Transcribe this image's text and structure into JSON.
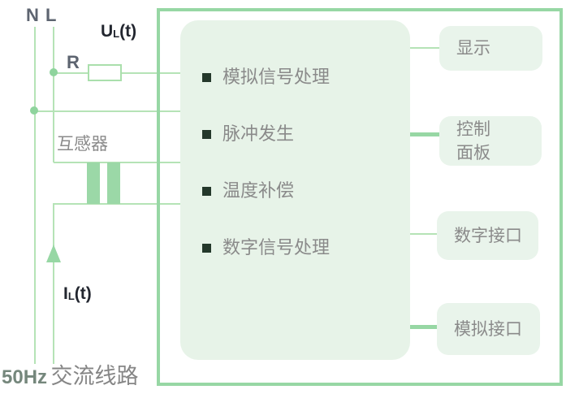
{
  "wires": {
    "n_label": "N",
    "l_label": "L"
  },
  "signals": {
    "voltage_base": "U",
    "voltage_sub": "L",
    "voltage_suffix": "(t)",
    "current_base": "I",
    "current_sub": "L",
    "current_suffix": "(t)"
  },
  "components": {
    "resistor_label": "R",
    "transformer_label": "互感器"
  },
  "meter": {
    "functions": [
      "模拟信号处理",
      "脉冲发生",
      "温度补偿",
      "数字信号处理"
    ]
  },
  "peripherals": [
    {
      "label": "显示",
      "link_style": "thin"
    },
    {
      "label": "控制\n面板",
      "link_style": "thick"
    },
    {
      "label": "数字接口",
      "link_style": "thin"
    },
    {
      "label": "模拟接口",
      "link_style": "thick"
    }
  ],
  "source": {
    "freq": "50Hz",
    "desc": "交流线路"
  },
  "colors": {
    "line_light": "#b5e3b6",
    "green_medium": "#97d7a4",
    "meter_fill": "#e7f3e8",
    "peripheral_fill": "#e9f4eb",
    "bullet_square": "#24382b",
    "text_gray": "#8a8a8a",
    "wire_label": "#5d6470",
    "signal_label": "#22262f"
  }
}
